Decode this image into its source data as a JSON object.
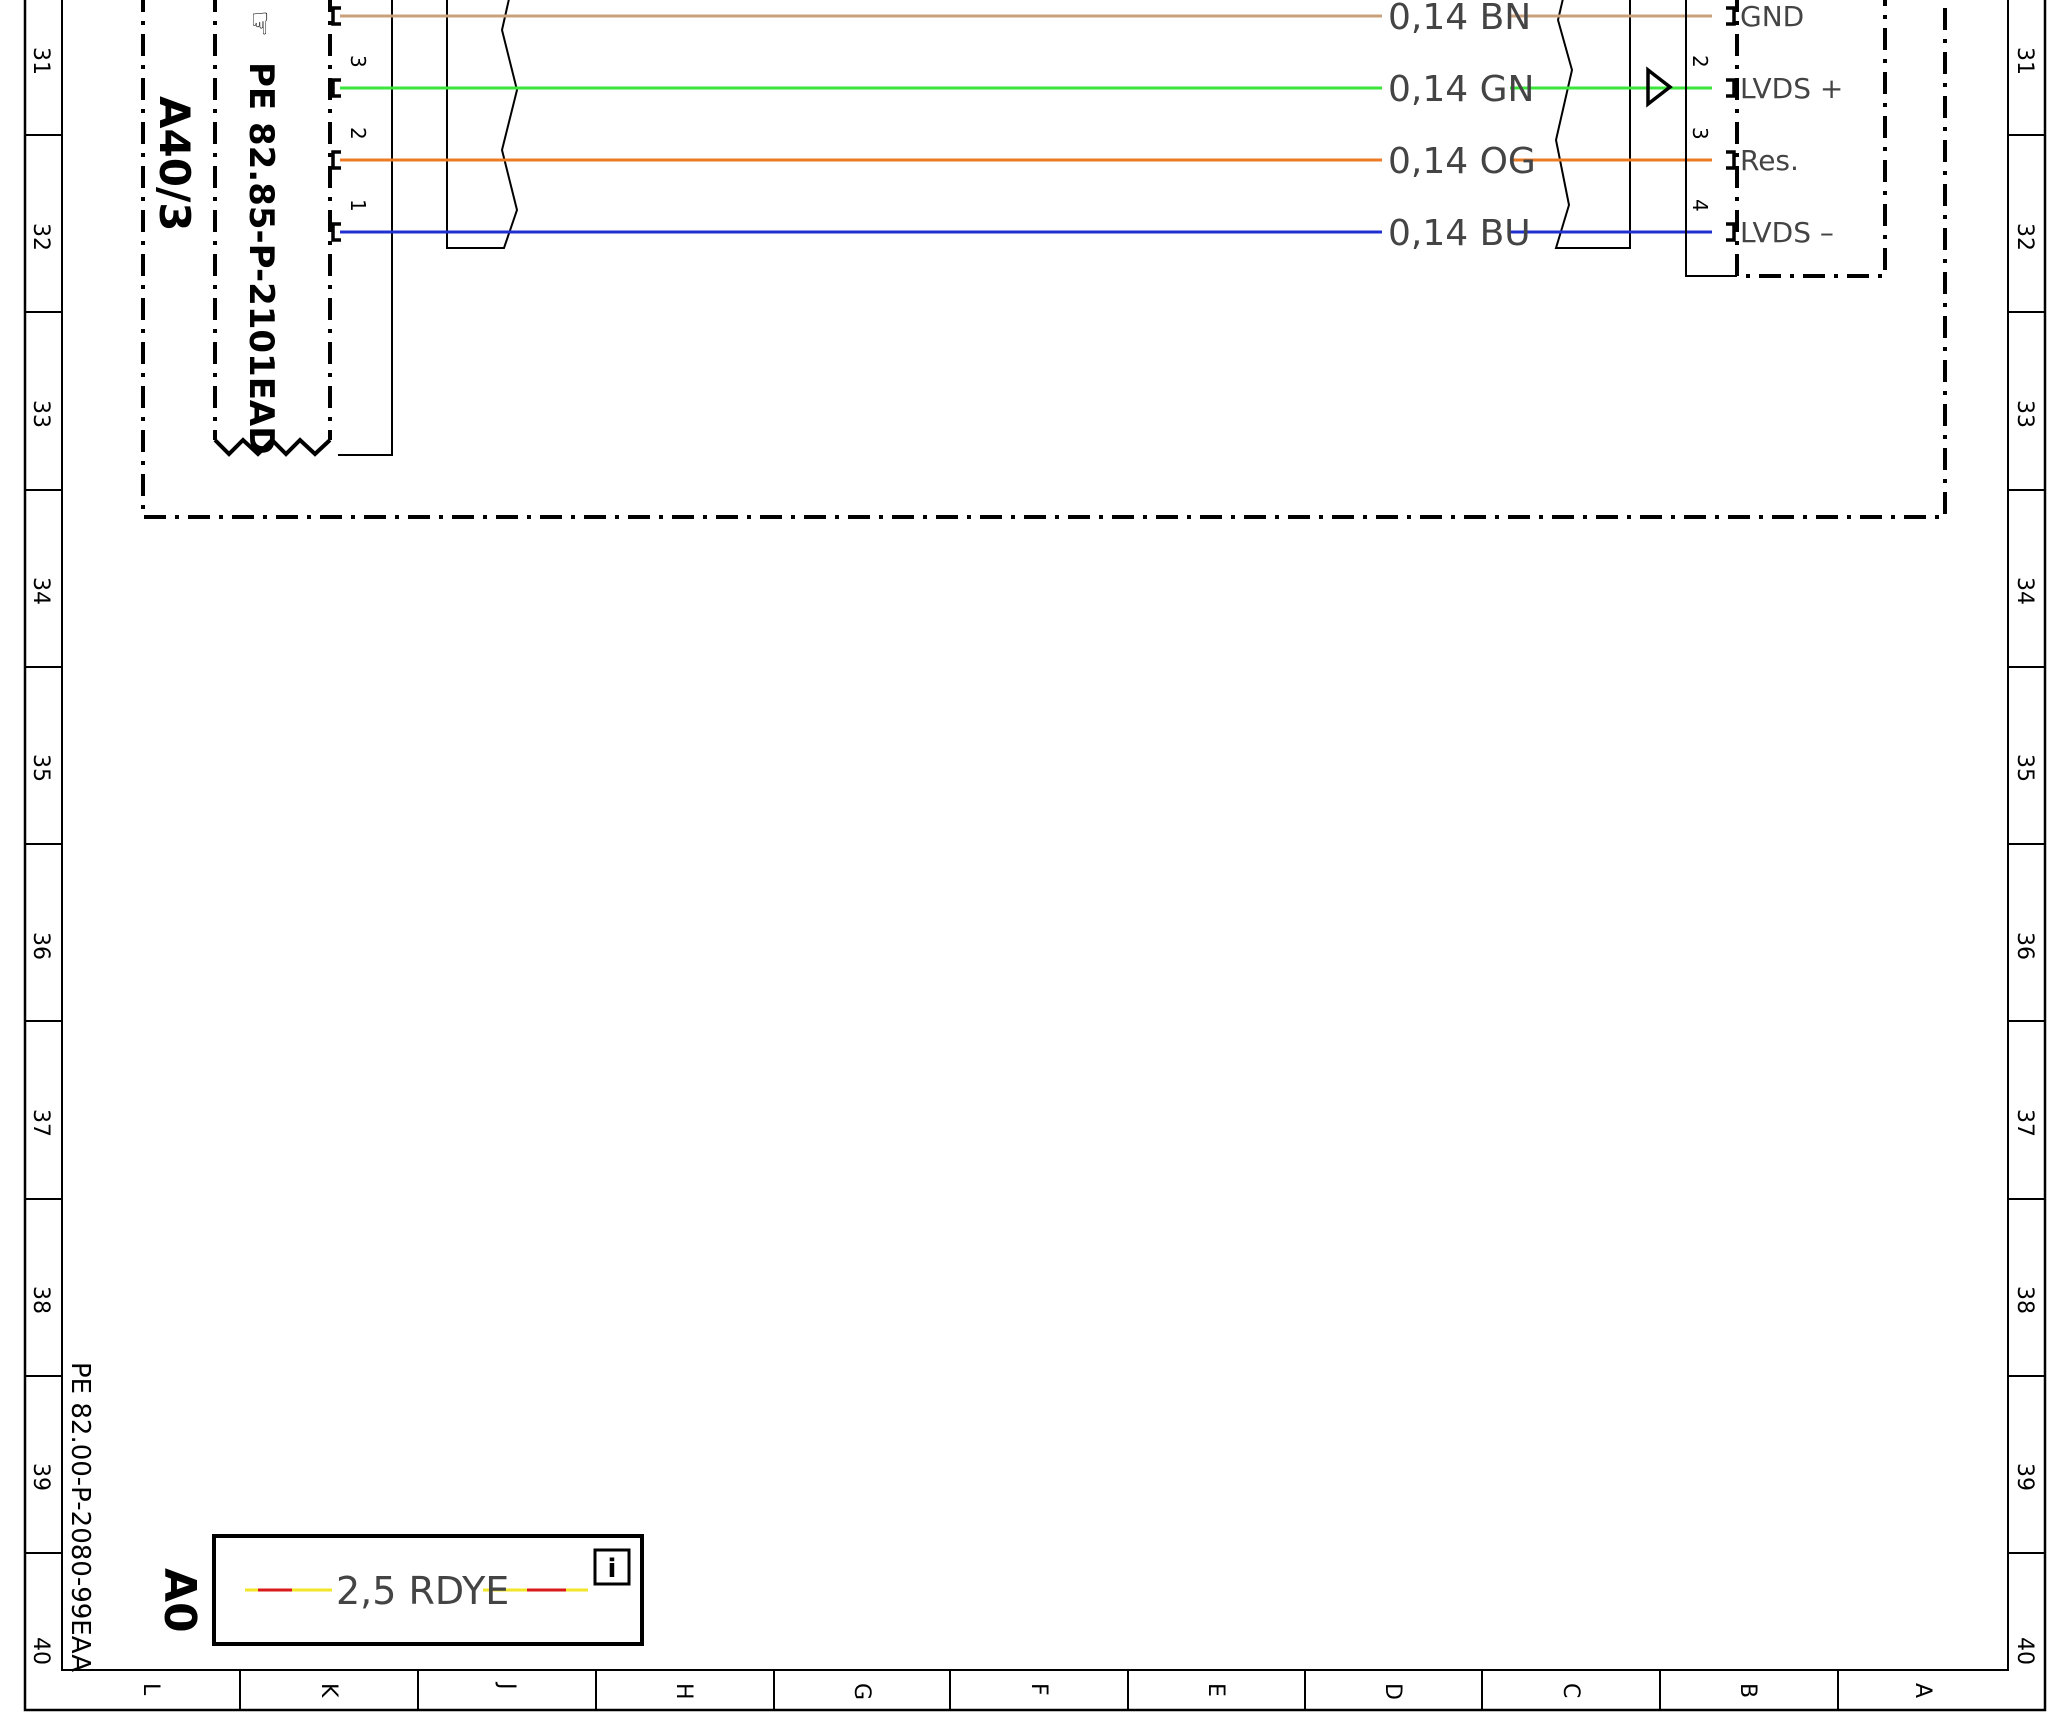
{
  "sheet": {
    "zone_numbers": [
      "31",
      "32",
      "33",
      "34",
      "35",
      "36",
      "37",
      "38",
      "39",
      "40"
    ],
    "column_letters": [
      "L",
      "K",
      "J",
      "H",
      "G",
      "F",
      "E",
      "D",
      "C",
      "B",
      "A"
    ],
    "document_number": "PE 82.00-P-2080-99EAA",
    "bottom_ref": "A0"
  },
  "left_component": {
    "designation": "A40/3",
    "doc_ref": "PE 82.85-P-2101EAD",
    "pins": [
      "3",
      "2",
      "1"
    ]
  },
  "wires": [
    {
      "label": "0,14  BN",
      "color": "#c9a07a"
    },
    {
      "label": "0,14  GN",
      "color": "#39e639"
    },
    {
      "label": "0,14  OG",
      "color": "#ec7a25"
    },
    {
      "label": "0,14  BU",
      "color": "#1f2fd1"
    }
  ],
  "right_component": {
    "pins": [
      "2",
      "3",
      "4"
    ],
    "signals": [
      "GND",
      "LVDS +",
      "Res.",
      "LVDS –"
    ]
  },
  "legend": {
    "wire_label": "2,5  RDYE",
    "info_icon": "info-icon"
  }
}
